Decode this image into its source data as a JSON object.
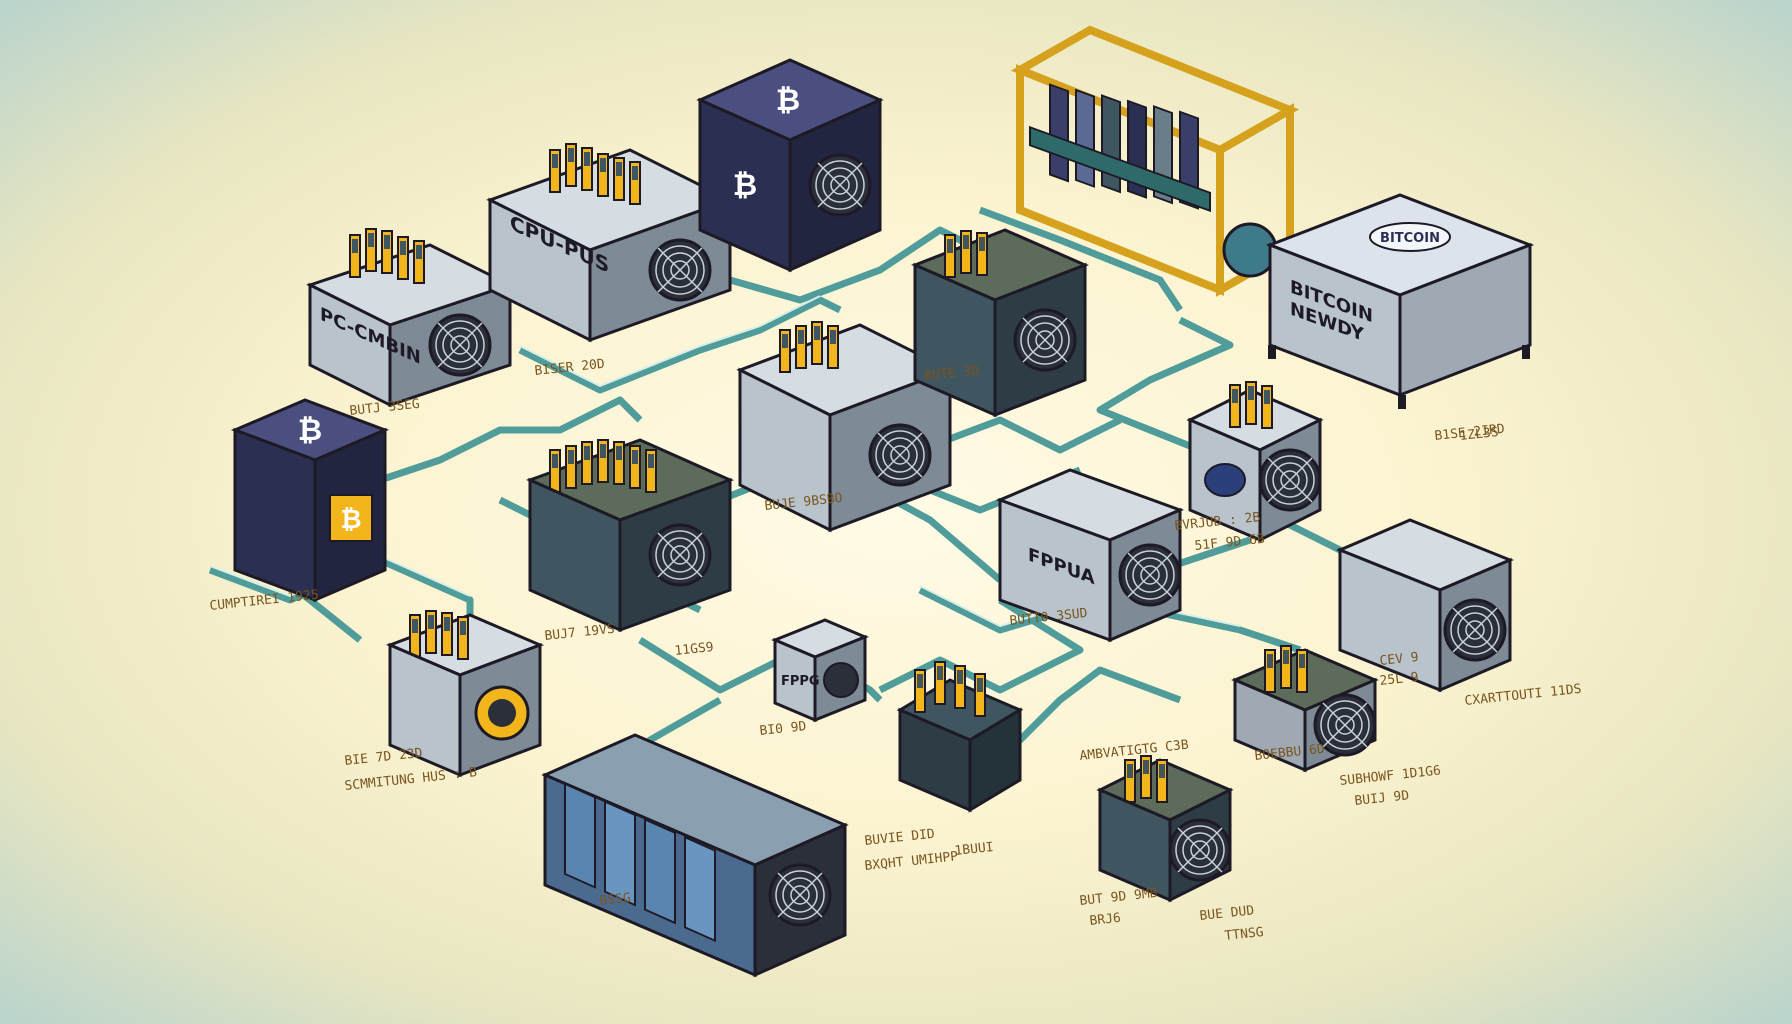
{
  "colors": {
    "background": "#fbf3cf",
    "connector": "#4f9c9a",
    "connector_light": "#cfe7e3",
    "outline": "#1d1a26",
    "casing": "#b9c3cc",
    "casing_dark": "#7e8a95",
    "gold": "#f2b51c",
    "navy": "#2b2f52",
    "board": "#3f5560",
    "label_text": "#7a5520"
  },
  "devices": [
    {
      "id": "psu-pc",
      "kind": "miner",
      "title": "PC-CMBIN",
      "subtitle": "",
      "icon": "fan-icon"
    },
    {
      "id": "cpu-pus",
      "kind": "miner",
      "title": "CPU-PUS",
      "subtitle": "",
      "icon": "fan-icon"
    },
    {
      "id": "btc-cube-top",
      "kind": "cube",
      "title": "",
      "icon": "bitcoin-icon"
    },
    {
      "id": "gpu-rig",
      "kind": "rig",
      "title": "",
      "icon": "graphics-card-icon"
    },
    {
      "id": "bitcoin-newdy",
      "kind": "server",
      "title": "BITCOIN",
      "subtitle": "NEWDY",
      "badge": "BITCOIN"
    },
    {
      "id": "btc-cube-left",
      "kind": "cube",
      "title": "",
      "icon": "bitcoin-icon"
    },
    {
      "id": "fpga-unit",
      "kind": "miner",
      "title": "FPPUA",
      "icon": "fan-icon"
    },
    {
      "id": "fpgs-small",
      "kind": "miner",
      "title": "FPPG",
      "icon": "fan-icon"
    }
  ],
  "labels": [
    {
      "text": "BISER 20D",
      "id": "l1"
    },
    {
      "text": "BUTJ 3SEG",
      "id": "l2"
    },
    {
      "text": "BUTE 3D",
      "id": "l3"
    },
    {
      "text": "B1SE 2IRD",
      "id": "l4"
    },
    {
      "text": "1ZL3S",
      "id": "l5"
    },
    {
      "text": "CUMPTIREI 1925",
      "id": "l6"
    },
    {
      "text": "BUJE 9BSBO",
      "id": "l7"
    },
    {
      "text": "BUJ7 19VS",
      "id": "l8"
    },
    {
      "text": "BUTT0 3SUD",
      "id": "l9"
    },
    {
      "text": "BVRJUB : 2B",
      "id": "l10"
    },
    {
      "text": "51F 9D 6B",
      "id": "l11"
    },
    {
      "text": "11GS9",
      "id": "l12"
    },
    {
      "text": "BI0 9D",
      "id": "l13"
    },
    {
      "text": "BIE 7D 23D",
      "id": "l14"
    },
    {
      "text": "SCMMITUNG HUS : B",
      "id": "l15"
    },
    {
      "text": "BUVIE DID",
      "id": "l16"
    },
    {
      "text": "BXQHT UMIHPP",
      "id": "l17"
    },
    {
      "text": "1BUUI",
      "id": "l18"
    },
    {
      "text": "CEV 9",
      "id": "l19"
    },
    {
      "text": "25L 9",
      "id": "l20"
    },
    {
      "text": "CXARTTOUTI 11DS",
      "id": "l21"
    },
    {
      "text": "AMBVATIGTG C3B",
      "id": "l22"
    },
    {
      "text": "BOEBBU 6D",
      "id": "l23"
    },
    {
      "text": "SUBHOWF 1D1G6",
      "id": "l24"
    },
    {
      "text": "BUIJ 9D",
      "id": "l25"
    },
    {
      "text": "BUT 9D 9MB",
      "id": "l26"
    },
    {
      "text": "BRJ6",
      "id": "l27"
    },
    {
      "text": "BUE DUD",
      "id": "l28"
    },
    {
      "text": "TTNSG",
      "id": "l29"
    },
    {
      "text": "BSSG",
      "id": "l30"
    }
  ]
}
